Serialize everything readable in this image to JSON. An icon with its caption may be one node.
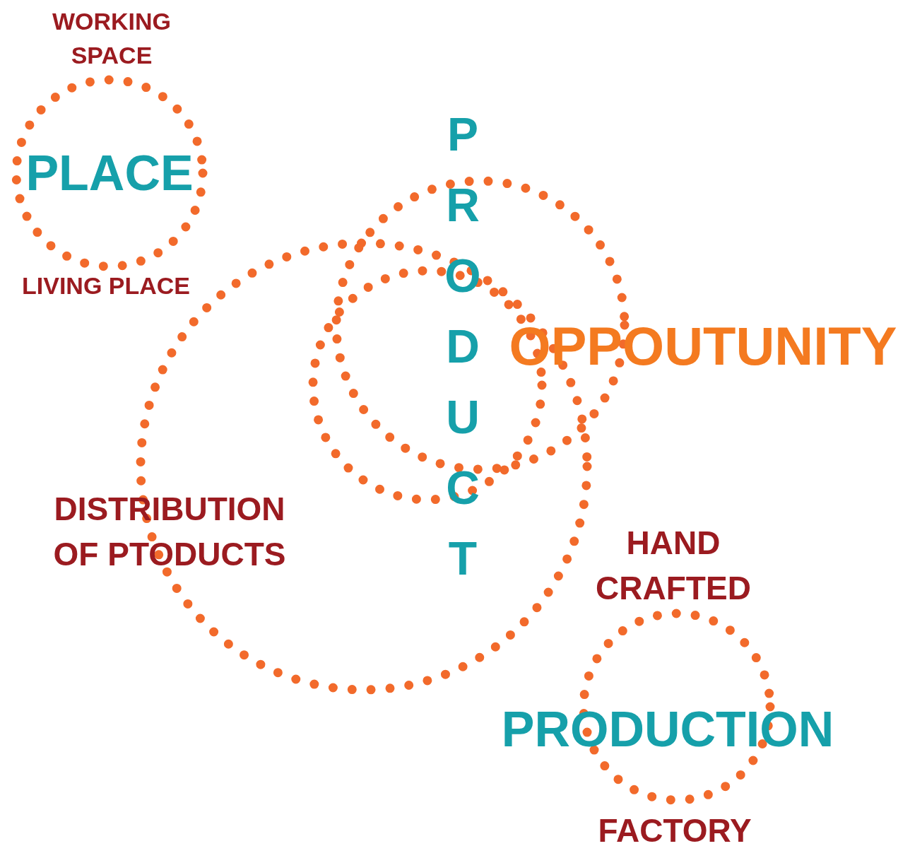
{
  "diagram": {
    "nodes": [
      {
        "text": [
          "PLACE"
        ],
        "beside": [
          "WORKING SPACE",
          "LIVING PLACE"
        ]
      },
      {
        "text": [
          "DISTRIBUTION OF PTODUCTS"
        ]
      },
      {
        "text": [
          "OPPOUTUNITY"
        ]
      },
      {
        "text": [],
        "shape": "circle",
        "in": 1
      },
      {
        "text": [
          "PRODUCTION"
        ],
        "beside": [
          "HAND CRAFTED",
          "FACTORY"
        ]
      }
    ],
    "edges": [],
    "labels": [
      "PRODUCT"
    ]
  }
}
